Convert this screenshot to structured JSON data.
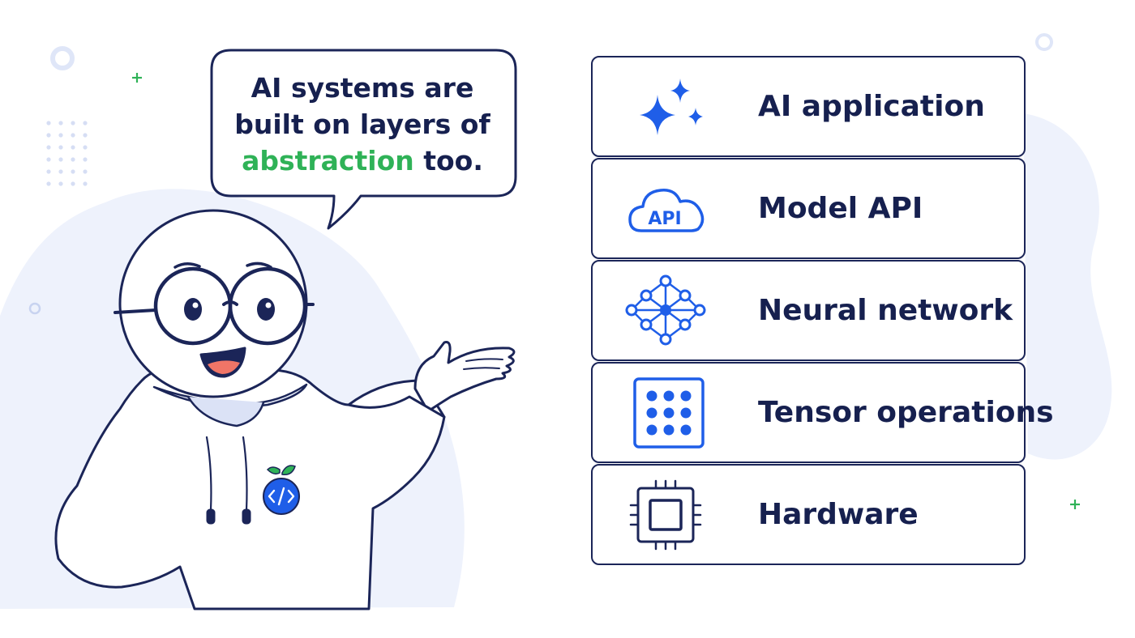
{
  "speech_bubble": {
    "line1": "AI systems are",
    "line2": "built on layers of",
    "line3_highlight": "abstraction",
    "line3_rest": " too."
  },
  "layers": [
    {
      "label": "AI application",
      "icon": "sparkles-icon"
    },
    {
      "label": "Model API",
      "icon": "cloud-api-icon"
    },
    {
      "label": "Neural network",
      "icon": "neural-network-icon"
    },
    {
      "label": "Tensor operations",
      "icon": "tensor-grid-icon"
    },
    {
      "label": "Hardware",
      "icon": "chip-icon"
    }
  ],
  "character": {
    "badge_icon": "code-icon"
  },
  "colors": {
    "ink": "#16204f",
    "accent_blue": "#1f5ee8",
    "highlight_green": "#2fb257",
    "background_blob": "#eef2fc",
    "hoodie_shadow": "#e6ebf8"
  }
}
